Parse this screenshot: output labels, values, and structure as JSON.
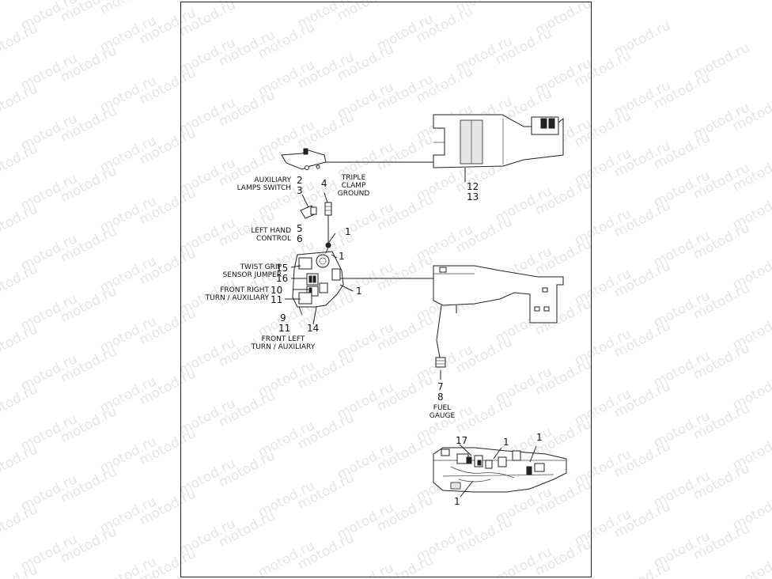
{
  "watermark": "motod.ru",
  "callouts": {
    "aux_lamps_label": "AUXILIARY\nLAMPS SWITCH",
    "n2": "2",
    "n3": "3",
    "n4": "4",
    "triple_clamp_label": "TRIPLE\nCLAMP\nGROUND",
    "n12": "12",
    "n13": "13",
    "left_hand_label": "LEFT HAND\nCONTROL",
    "n5": "5",
    "n6": "6",
    "n1a": "1",
    "n1b": "1",
    "n1c": "1",
    "twist_grip_label": "TWIST GRIP\nSENSOR JUMPER",
    "n15": "15",
    "n16": "16",
    "front_right_label": "FRONT RIGHT\nTURN / AUXILIARY",
    "n10": "10",
    "n11a": "11",
    "n9": "9",
    "n11b": "11",
    "n14": "14",
    "front_left_label": "FRONT LEFT\nTURN / AUXILIARY",
    "n7": "7",
    "n8": "8",
    "fuel_gauge_label": "FUEL\nGAUGE",
    "n17": "17",
    "n1d": "1",
    "n1e": "1",
    "n1f": "1"
  }
}
